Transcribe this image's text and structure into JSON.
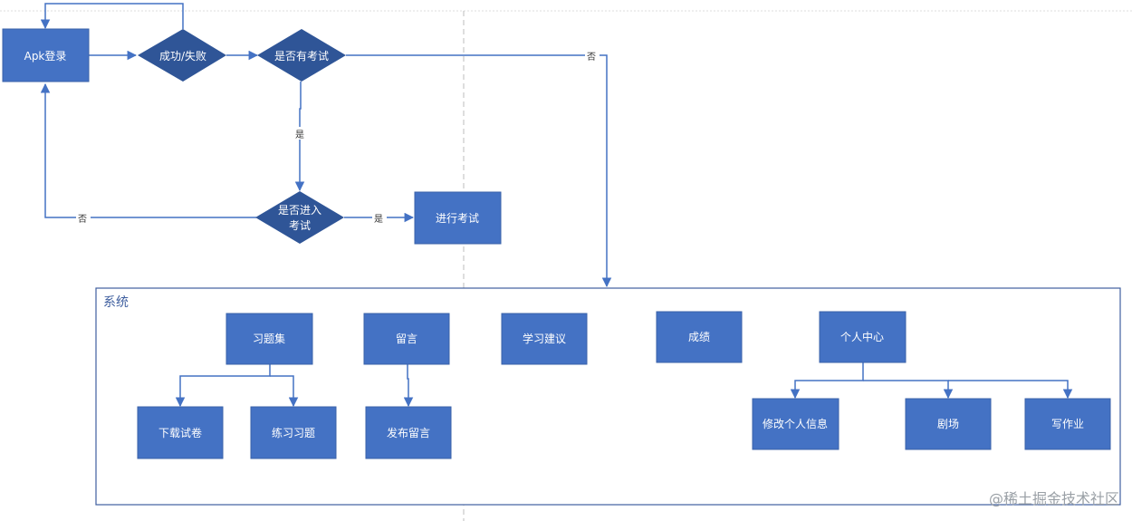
{
  "colors": {
    "node_fill": "#4472C4",
    "edge": "#4472C4",
    "group_border": "#3f5f9f",
    "divider": "#c8c8c8"
  },
  "nodes": {
    "apk_login": "Apk登录",
    "success_fail": "成功/失败",
    "has_exam": "是否有考试",
    "enter_exam_line1": "是否进入",
    "enter_exam_line2": "考试",
    "take_exam": "进行考试",
    "exercise_set": "习题集",
    "message": "留言",
    "study_advice": "学习建议",
    "grades": "成绩",
    "personal_center": "个人中心",
    "download_paper": "下载试卷",
    "practice": "练习习题",
    "post_message": "发布留言",
    "edit_info": "修改个人信息",
    "theater": "剧场",
    "homework": "写作业"
  },
  "edge_labels": {
    "yes_down": "是",
    "no_right": "否",
    "no_left": "否",
    "yes_right": "是"
  },
  "group": {
    "label": "系统"
  },
  "watermark": "@稀土掘金技术社区"
}
